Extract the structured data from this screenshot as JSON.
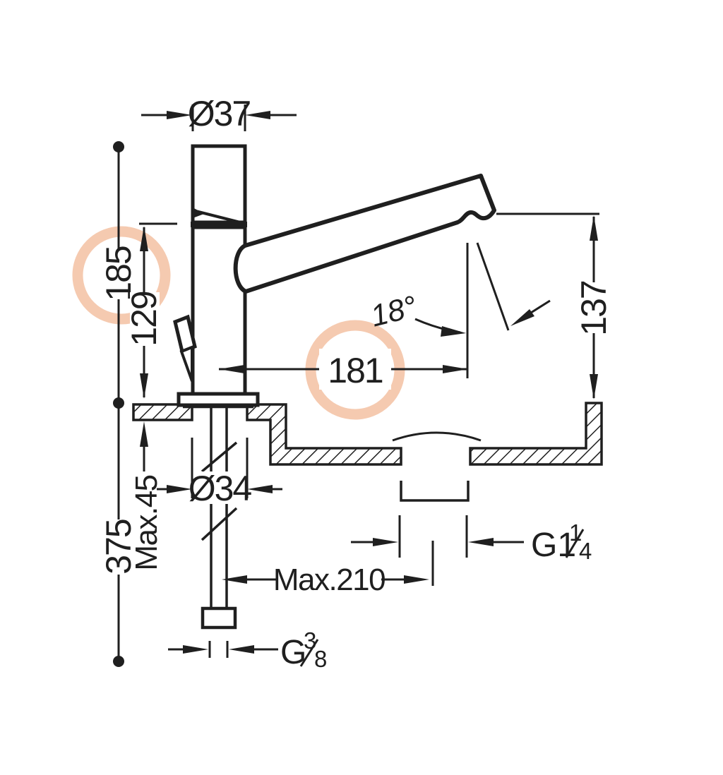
{
  "drawing": {
    "type": "faucet-installation-dimension-diagram",
    "labels": {
      "spout_body_diameter": "Ø37",
      "total_height_above_deck": "185",
      "spout_underside_height": "129",
      "spout_angle": "18°",
      "spout_reach": "181",
      "outlet_height": "137",
      "mounting_hole_diameter": "Ø34",
      "max_deck_thickness": "Max.45",
      "under_counter_depth": "375",
      "max_drain_distance": "Max.210",
      "drain_thread": {
        "base": "G1",
        "numerator": "1",
        "denominator": "4"
      },
      "supply_thread": {
        "base": "G",
        "numerator": "3",
        "denominator": "8"
      }
    },
    "colors": {
      "line": "#1f1f1f",
      "highlight_ring": "#f5cab0",
      "background": "#ffffff"
    }
  }
}
